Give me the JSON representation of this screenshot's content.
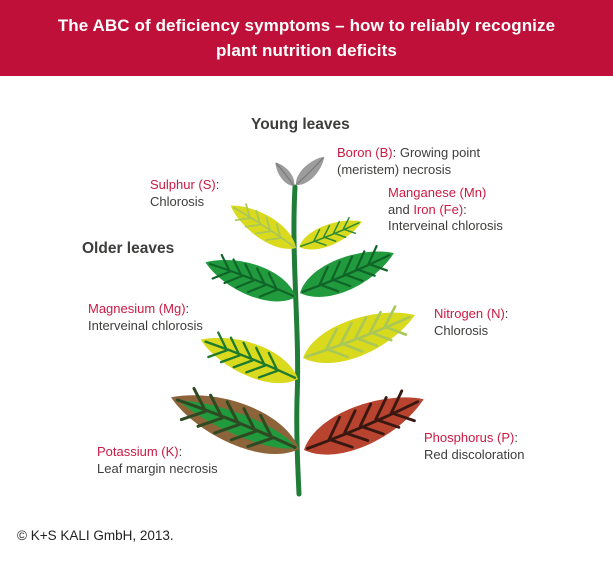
{
  "header": {
    "title_line1": "The ABC of deficiency symptoms – how to reliably recognize",
    "title_line2": "plant nutrition deficits"
  },
  "diagram": {
    "young_heading": "Young leaves",
    "older_heading": "Older leaves",
    "callouts": [
      {
        "id": "boron",
        "segments": [
          {
            "style": "nutrient",
            "text": "Boron (B)"
          },
          {
            "style": "symptom",
            "text": ": Growing point\n(meristem) necrosis"
          }
        ]
      },
      {
        "id": "sulphur",
        "segments": [
          {
            "style": "nutrient",
            "text": "Sulphur (S)"
          },
          {
            "style": "symptom",
            "text": ":\nChlorosis"
          }
        ]
      },
      {
        "id": "manganese-iron",
        "segments": [
          {
            "style": "nutrient",
            "text": "Manganese (Mn)"
          },
          {
            "style": "symptom",
            "text": "\nand "
          },
          {
            "style": "nutrient",
            "text": "Iron (Fe)"
          },
          {
            "style": "symptom",
            "text": ":\nInterveinal chlorosis"
          }
        ]
      },
      {
        "id": "magnesium",
        "segments": [
          {
            "style": "nutrient",
            "text": "Magnesium (Mg)"
          },
          {
            "style": "symptom",
            "text": ":\nInterveinal chlorosis"
          }
        ]
      },
      {
        "id": "nitrogen",
        "segments": [
          {
            "style": "nutrient",
            "text": "Nitrogen (N)"
          },
          {
            "style": "symptom",
            "text": ":\nChlorosis"
          }
        ]
      },
      {
        "id": "potassium",
        "segments": [
          {
            "style": "nutrient",
            "text": "Potassium (K)"
          },
          {
            "style": "symptom",
            "text": ":\nLeaf margin necrosis"
          }
        ]
      },
      {
        "id": "phosphorus",
        "segments": [
          {
            "style": "nutrient",
            "text": "Phosphorus (P)"
          },
          {
            "style": "symptom",
            "text": ":\nRed discoloration"
          }
        ]
      }
    ]
  },
  "footer": {
    "copyright": "© K+S KALI GmbH, 2013."
  },
  "colors": {
    "banner_bg": "#be1038",
    "accent_red": "#cb1a43",
    "text_dark": "#3d3d3b",
    "stem": "#1f7d38",
    "leaf_healthy": "#219a3d",
    "leaf_healthy_vein": "#0f6428",
    "leaf_chlorotic": "#d9d91e",
    "leaf_pale_vein": "#a9c856",
    "leaf_interveinal_vein": "#2e8b34",
    "leaf_strong_vein": "#1e7a2e",
    "leaf_necrotic_gray": "#9c9c9c",
    "leaf_gray_vein": "#7b7b7b",
    "leaf_brown": "#8d6339",
    "leaf_dark_vein": "#2e4a22",
    "leaf_red": "#b8432f",
    "leaf_maroon_vein": "#3a1812"
  }
}
